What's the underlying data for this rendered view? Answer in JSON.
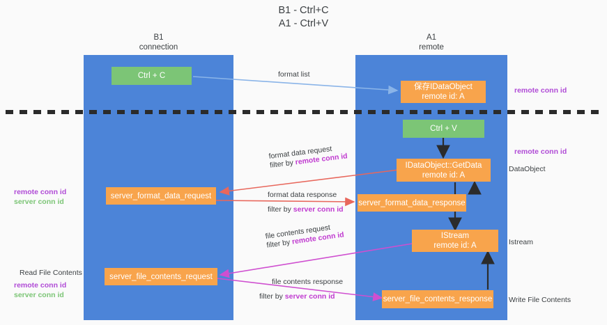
{
  "title": {
    "line1": "B1 - Ctrl+C",
    "line2": "A1 - Ctrl+V"
  },
  "lanes": [
    {
      "id": "b1",
      "name": "B1",
      "role": "connection"
    },
    {
      "id": "a1",
      "name": "A1",
      "role": "remote"
    }
  ],
  "nodes": {
    "ctrl_c": {
      "line1": "Ctrl + C",
      "line2": ""
    },
    "save_dataobject": {
      "line1": "保存IDataObject",
      "line2": "remote id: A"
    },
    "ctrl_v": {
      "line1": "Ctrl + V",
      "line2": ""
    },
    "getdata": {
      "line1": "IDataObject::GetData",
      "line2": "remote id: A"
    },
    "fmt_req": {
      "line1": "server_format_data_request",
      "line2": ""
    },
    "fmt_resp": {
      "line1": "server_format_data_response",
      "line2": ""
    },
    "istream": {
      "line1": "IStream",
      "line2": "remote id: A"
    },
    "file_req": {
      "line1": "server_file_contents_request",
      "line2": ""
    },
    "file_resp": {
      "line1": "server_file_contents_response",
      "line2": ""
    }
  },
  "edge_labels": {
    "format_list": {
      "text": "format list"
    },
    "fmt_data_request": {
      "line1": "format data request",
      "filter_prefix": "filter by ",
      "filter_key": "remote conn id"
    },
    "fmt_data_response": {
      "line1": "format data response",
      "filter_prefix": "filter by ",
      "filter_key": "server conn id"
    },
    "file_contents_request": {
      "line1": "file contents request",
      "filter_prefix": "filter by ",
      "filter_key": "remote conn id"
    },
    "file_contents_response": {
      "line1": "file contents response",
      "filter_prefix": "filter by ",
      "filter_key": "server conn id"
    }
  },
  "annotations": {
    "left_mid": {
      "remote": "remote conn id",
      "server": "server conn id"
    },
    "left_low": {
      "heading": "Read File Contents",
      "remote": "remote conn id",
      "server": "server conn id"
    },
    "right_top": {
      "remote": "remote conn id"
    },
    "right_mid": {
      "remote": "remote conn id",
      "label": "DataObject"
    },
    "right_istream": {
      "label": "Istream"
    },
    "right_write": {
      "label": "Write File Contents"
    }
  },
  "colors": {
    "lane": "#4c84d8",
    "node_orange": "#f8a44c",
    "node_green": "#7cc576",
    "highlight_purple": "#b04bd6",
    "highlight_green": "#7cc576",
    "arrow_blue": "#8ab4e8",
    "arrow_red": "#e8675c",
    "arrow_magenta": "#cf4fd0",
    "arrow_dark": "#2b2b2b",
    "divider": "#2b2b2b",
    "text": "#3c4043"
  }
}
